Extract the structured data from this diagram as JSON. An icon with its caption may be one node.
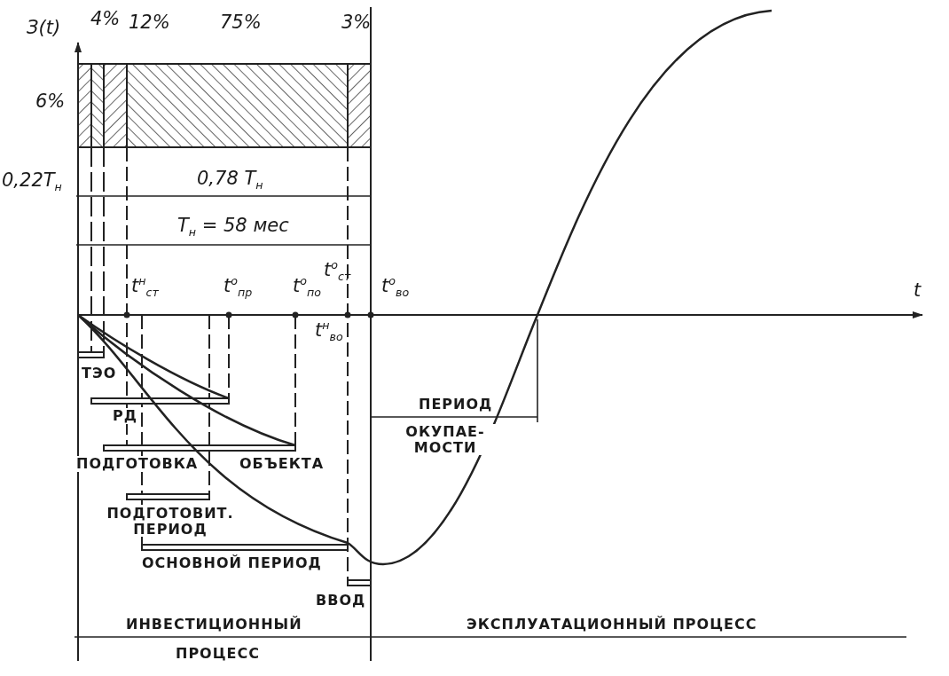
{
  "diagram": {
    "labels": [
      "З(t)",
      "4%",
      "12%",
      "75%",
      "3%",
      "6%",
      "0,22T$_{н}$",
      "0,78 T$_{н}$",
      "T$_{н}$ = 58 мес",
      "t$^{н}$$_{ст}$",
      "t$^{о}$$_{пр}$",
      "t$^{о}$$_{по}$",
      "t$^{о}$$_{ст}$",
      "t$^{о}$$_{во}$",
      "t",
      "t$^{н}$$_{во}$",
      "ТЭО",
      "РД",
      "ПЕРИОД",
      "ОКУПАЕ- МОСТИ",
      "ПОДГОТОВКА",
      "ОБЪЕКТА",
      "ПОДГОТОВИТ. ПЕРИОД",
      "ОСНОВНОЙ ПЕРИОД",
      "ВВОД",
      "ИНВЕСТИЦИОННЫЙ",
      "ПРОЦЕСС",
      "ЭКСПЛУАТАЦИОННЫЙ ПРОЦЕСС"
    ]
  }
}
